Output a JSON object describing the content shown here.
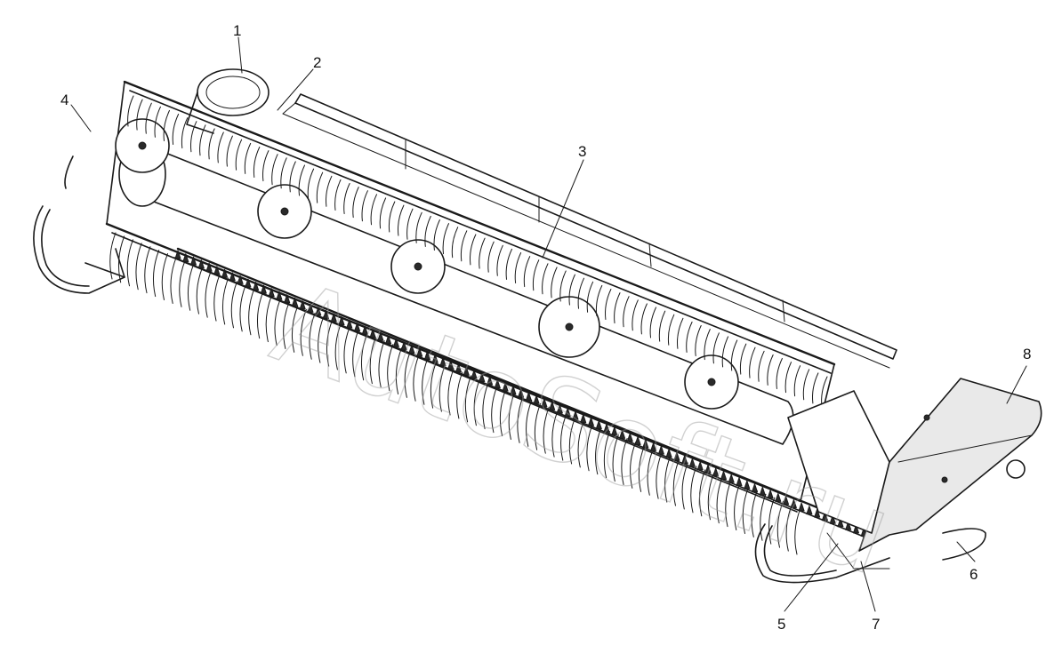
{
  "diagram": {
    "parts": [
      {
        "label": "1"
      },
      {
        "label": "2"
      },
      {
        "label": "3"
      },
      {
        "label": "4"
      },
      {
        "label": "5"
      },
      {
        "label": "6"
      },
      {
        "label": "7"
      },
      {
        "label": "8"
      }
    ],
    "watermark": "AutoSoft.ru"
  },
  "colors": {
    "line": "#1a1a1a",
    "background": "#ffffff",
    "watermark": "#9a9a9a"
  }
}
